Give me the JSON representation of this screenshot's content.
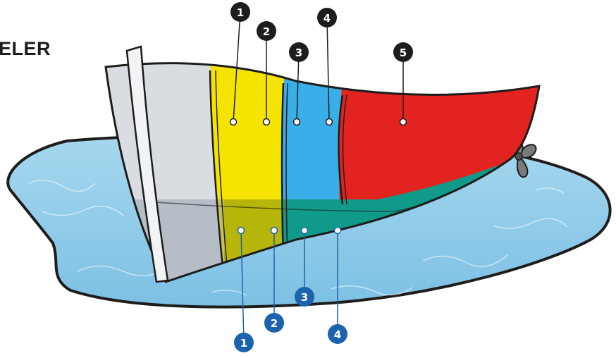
{
  "title": "ELER",
  "colors": {
    "water": "#8fcbe8",
    "water_edge": "#1d1d1b",
    "hull_grey": "#d9dde2",
    "zone1_yellow": "#f5e401",
    "zone3_blue": "#3aaee8",
    "zone5_red": "#e3231f",
    "underwater_teal": "#0f9a8a",
    "marker_top": "#1d1d1b",
    "marker_bottom": "#1b64ad"
  },
  "icons": {
    "propeller": "propeller-icon"
  },
  "markers_above": [
    {
      "label": "1"
    },
    {
      "label": "2"
    },
    {
      "label": "3"
    },
    {
      "label": "4"
    },
    {
      "label": "5"
    }
  ],
  "markers_below": [
    {
      "label": "1"
    },
    {
      "label": "2"
    },
    {
      "label": "3"
    },
    {
      "label": "4"
    }
  ]
}
